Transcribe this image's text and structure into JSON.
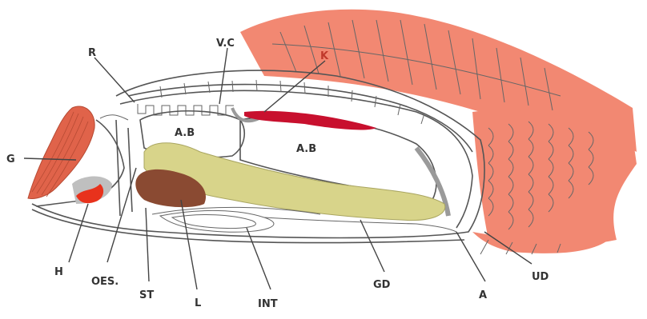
{
  "labels": {
    "R": "R",
    "VC": "V.C",
    "K": "K",
    "G": "G",
    "AB1": "A.B",
    "AB2": "A.B",
    "H": "H",
    "OES": "OES.",
    "ST": "ST",
    "L": "L",
    "INT": "INT",
    "GD": "GD",
    "A": "A",
    "UD": "UD"
  },
  "colors": {
    "fin": "#f28872",
    "gill": "#e0634a",
    "heart": "#e8321c",
    "kidney": "#c8102e",
    "gonad": "#d8d48a",
    "liver": "#8a4a32",
    "shade": "#9a9a9a"
  }
}
